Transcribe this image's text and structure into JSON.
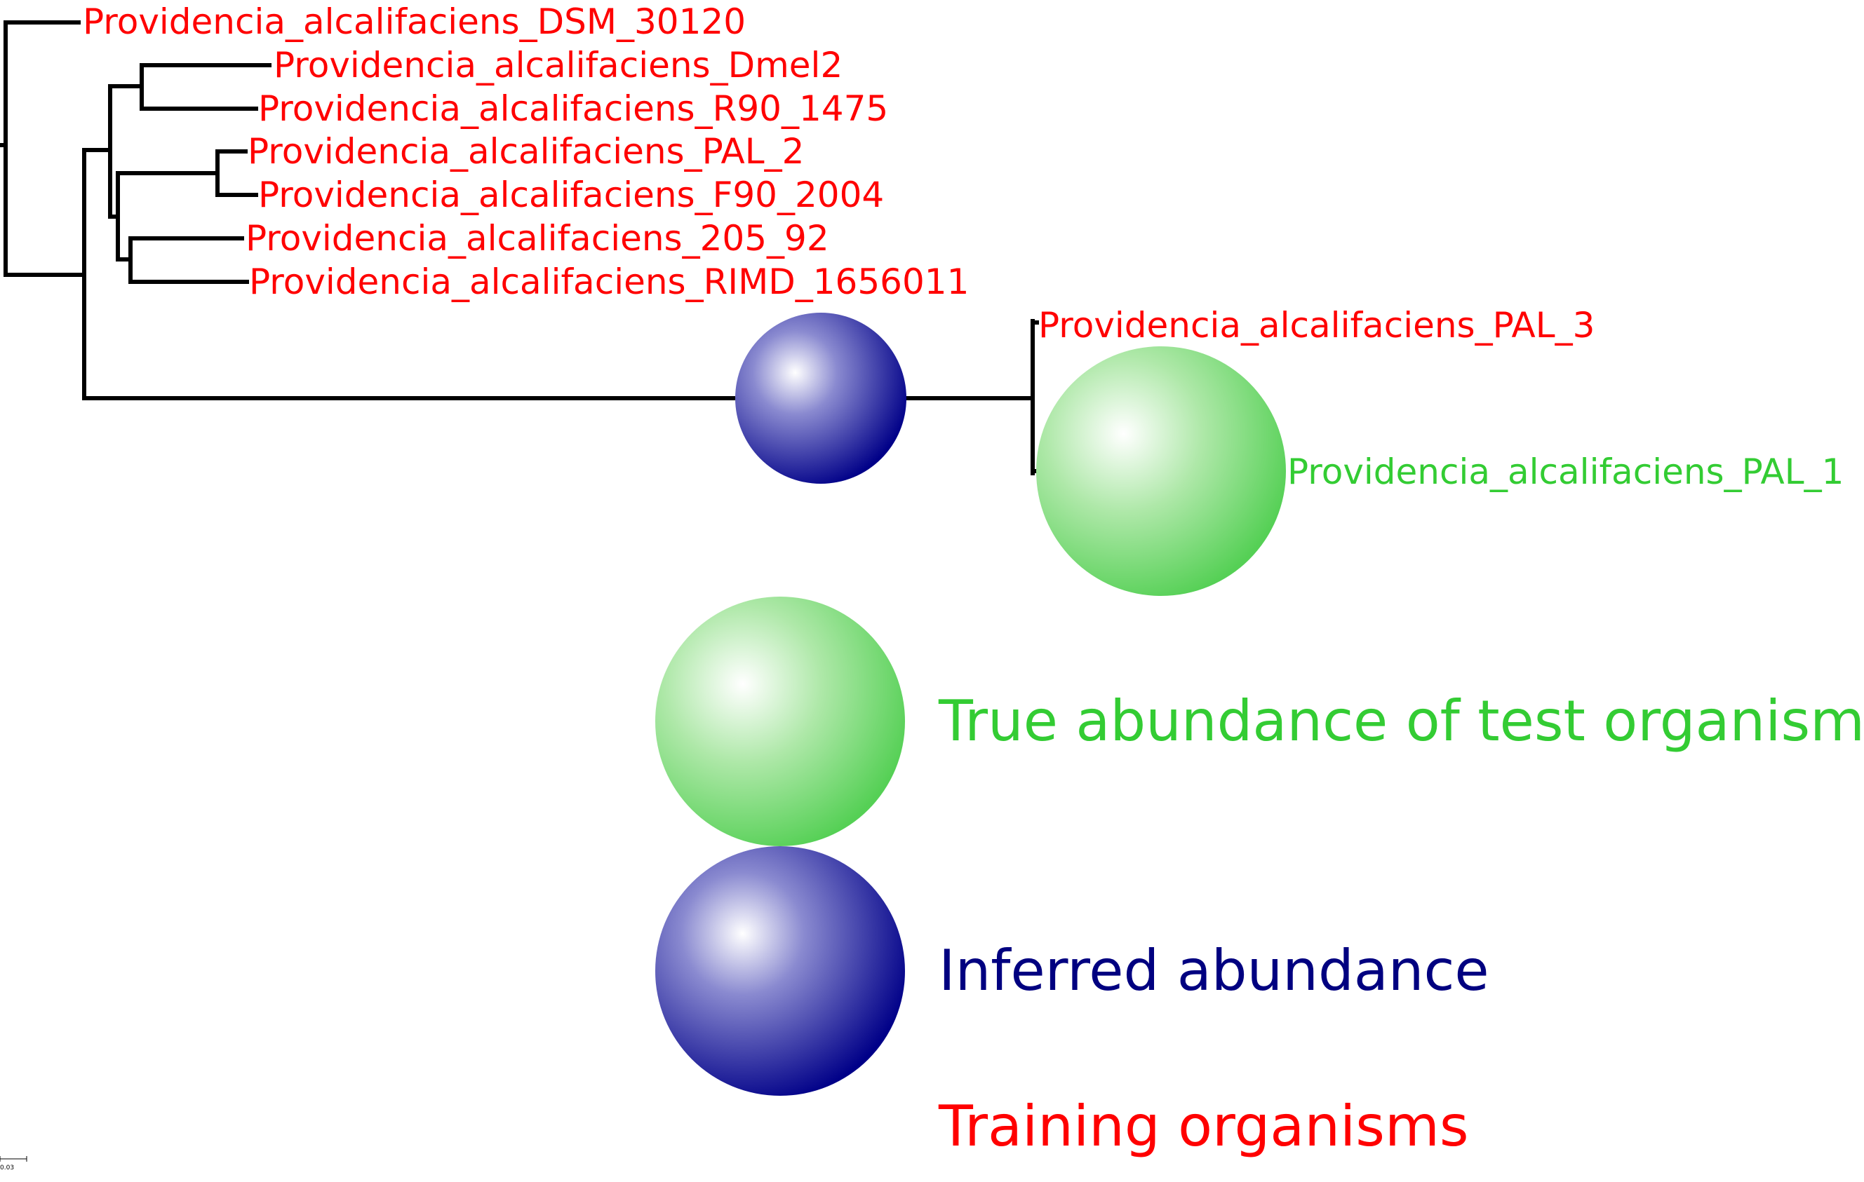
{
  "colors": {
    "training": "#ff0000",
    "test": "#33cc33",
    "inferred": "#000080",
    "branch": "#000000"
  },
  "tree": {
    "leaves": [
      {
        "id": "dsm",
        "label": "Providencia_alcalifaciens_DSM_30120",
        "group": "training"
      },
      {
        "id": "dmel2",
        "label": "Providencia_alcalifaciens_Dmel2",
        "group": "training"
      },
      {
        "id": "r90",
        "label": "Providencia_alcalifaciens_R90_1475",
        "group": "training"
      },
      {
        "id": "pal2",
        "label": "Providencia_alcalifaciens_PAL_2",
        "group": "training"
      },
      {
        "id": "f90",
        "label": "Providencia_alcalifaciens_F90_2004",
        "group": "training"
      },
      {
        "id": "n205",
        "label": "Providencia_alcalifaciens_205_92",
        "group": "training"
      },
      {
        "id": "rimd",
        "label": "Providencia_alcalifaciens_RIMD_1656011",
        "group": "training"
      },
      {
        "id": "pal3",
        "label": "Providencia_alcalifaciens_PAL_3",
        "group": "training"
      },
      {
        "id": "pal1",
        "label": "Providencia_alcalifaciens_PAL_1",
        "group": "test"
      }
    ]
  },
  "legend": {
    "test_label": "True abundance of test organisms",
    "inferred_label": "Inferred abundance",
    "training_label": "Training organisms"
  },
  "scale_bar": {
    "label": "0.03"
  }
}
